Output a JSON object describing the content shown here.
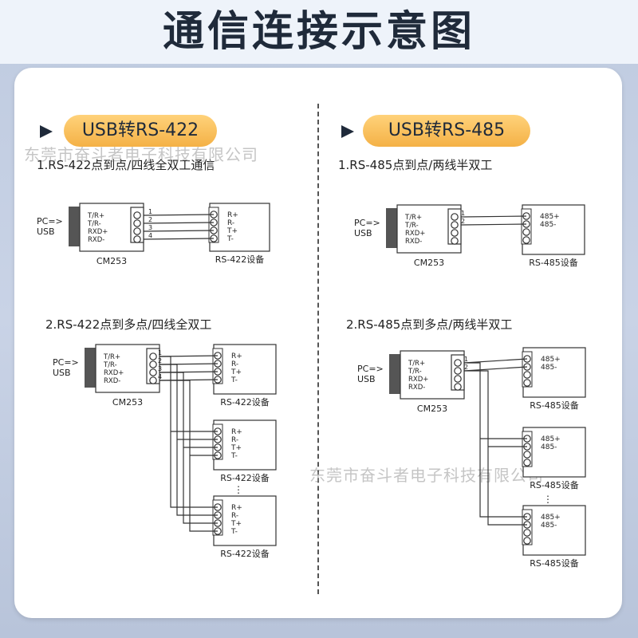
{
  "title": "通信连接示意图",
  "watermark": "东莞市奋斗者电子科技有限公司",
  "left_panel": {
    "pill": "USB转RS-422",
    "heading1": "1.RS-422点到点/四线全双工通信",
    "heading2": "2.RS-422点到多点/四线全双工",
    "pc_label_1": "PC=>",
    "pc_label_2": "USB",
    "converter_name": "CM253",
    "converter_pins": [
      "T/R+",
      "T/R-",
      "RXD+",
      "RXD-"
    ],
    "wire_numbers": [
      "1",
      "2",
      "3",
      "4"
    ],
    "device_pins": [
      "R+",
      "R-",
      "T+",
      "T-"
    ],
    "device_name": "RS-422设备"
  },
  "right_panel": {
    "pill": "USB转RS-485",
    "heading1": "1.RS-485点到点/两线半双工",
    "heading2": "2.RS-485点到多点/两线半双工",
    "pc_label_1": "PC=>",
    "pc_label_2": "USB",
    "converter_name": "CM253",
    "converter_pins": [
      "T/R+",
      "T/R-",
      "RXD+",
      "RXD-"
    ],
    "wire_numbers": [
      "1",
      "2"
    ],
    "device_pins": [
      "485+",
      "485-"
    ],
    "device_name": "RS-485设备"
  },
  "ellipsis": "⋮"
}
